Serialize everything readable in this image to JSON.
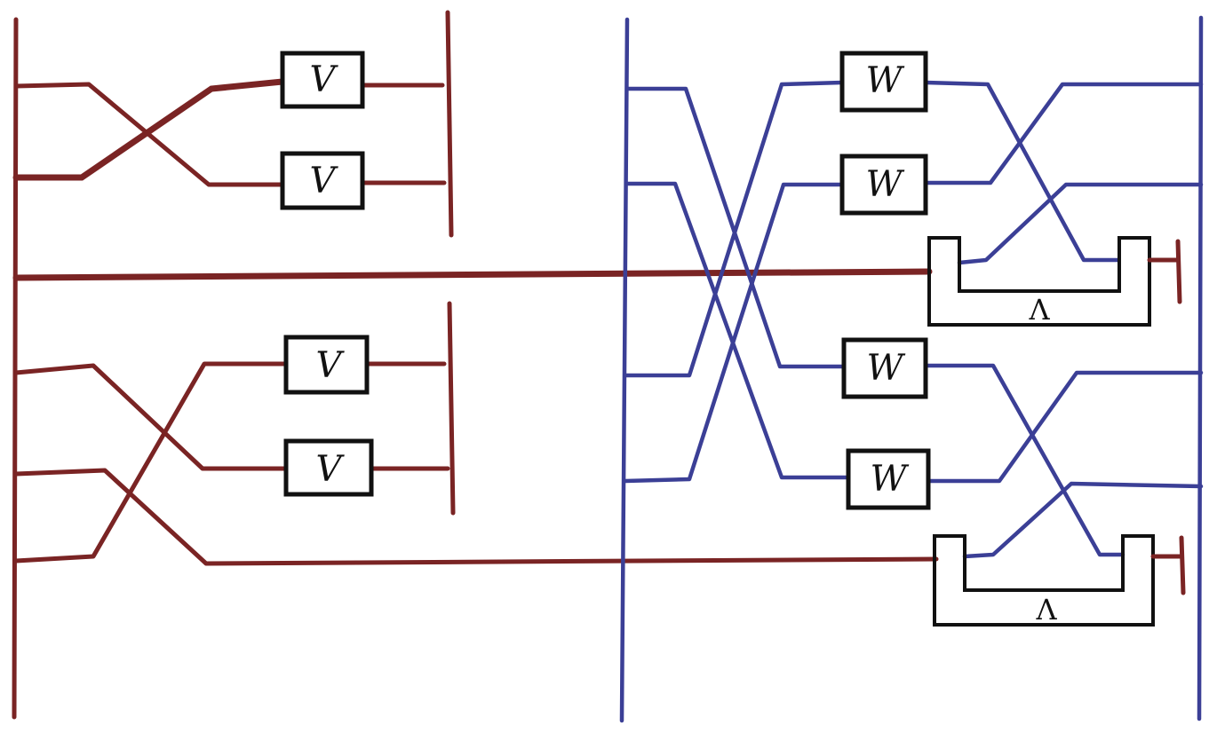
{
  "colors": {
    "left_network": "#7a2424",
    "right_network": "#3b3f96",
    "box_stroke": "#111111"
  },
  "labels": {
    "v_gate": "V",
    "w_gate": "W",
    "lambda_bracket": "Λ"
  }
}
